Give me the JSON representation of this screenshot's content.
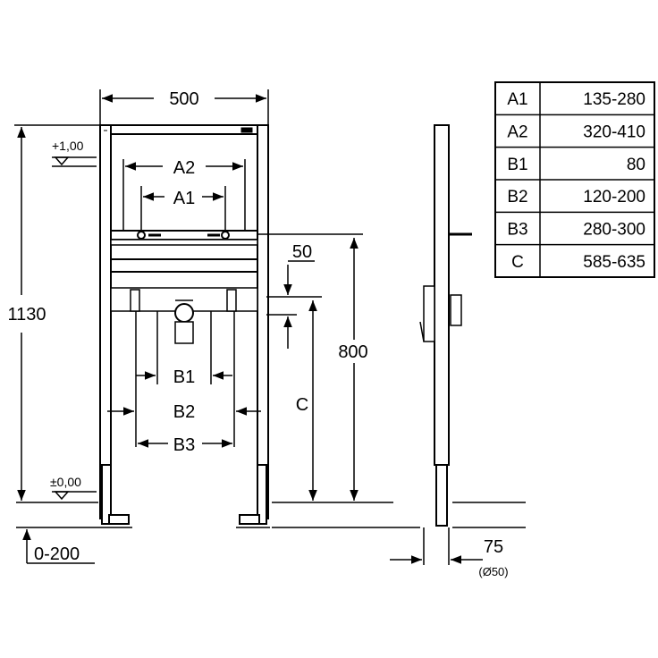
{
  "dimensions": {
    "width": "500",
    "height": "1130",
    "level_top": "+1,00",
    "level_floor": "±0,00",
    "height_range": "0-200",
    "a1": "A1",
    "a2": "A2",
    "b1": "B1",
    "b2": "B2",
    "b3": "B3",
    "c": "C",
    "offset": "50",
    "height_800": "800",
    "depth": "75",
    "pipe": "(Ø50)"
  },
  "table": {
    "rows": [
      {
        "label": "A1",
        "value": "135-280"
      },
      {
        "label": "A2",
        "value": "320-410"
      },
      {
        "label": "B1",
        "value": "80"
      },
      {
        "label": "B2",
        "value": "120-200"
      },
      {
        "label": "B3",
        "value": "280-300"
      },
      {
        "label": "C",
        "value": "585-635"
      }
    ]
  }
}
